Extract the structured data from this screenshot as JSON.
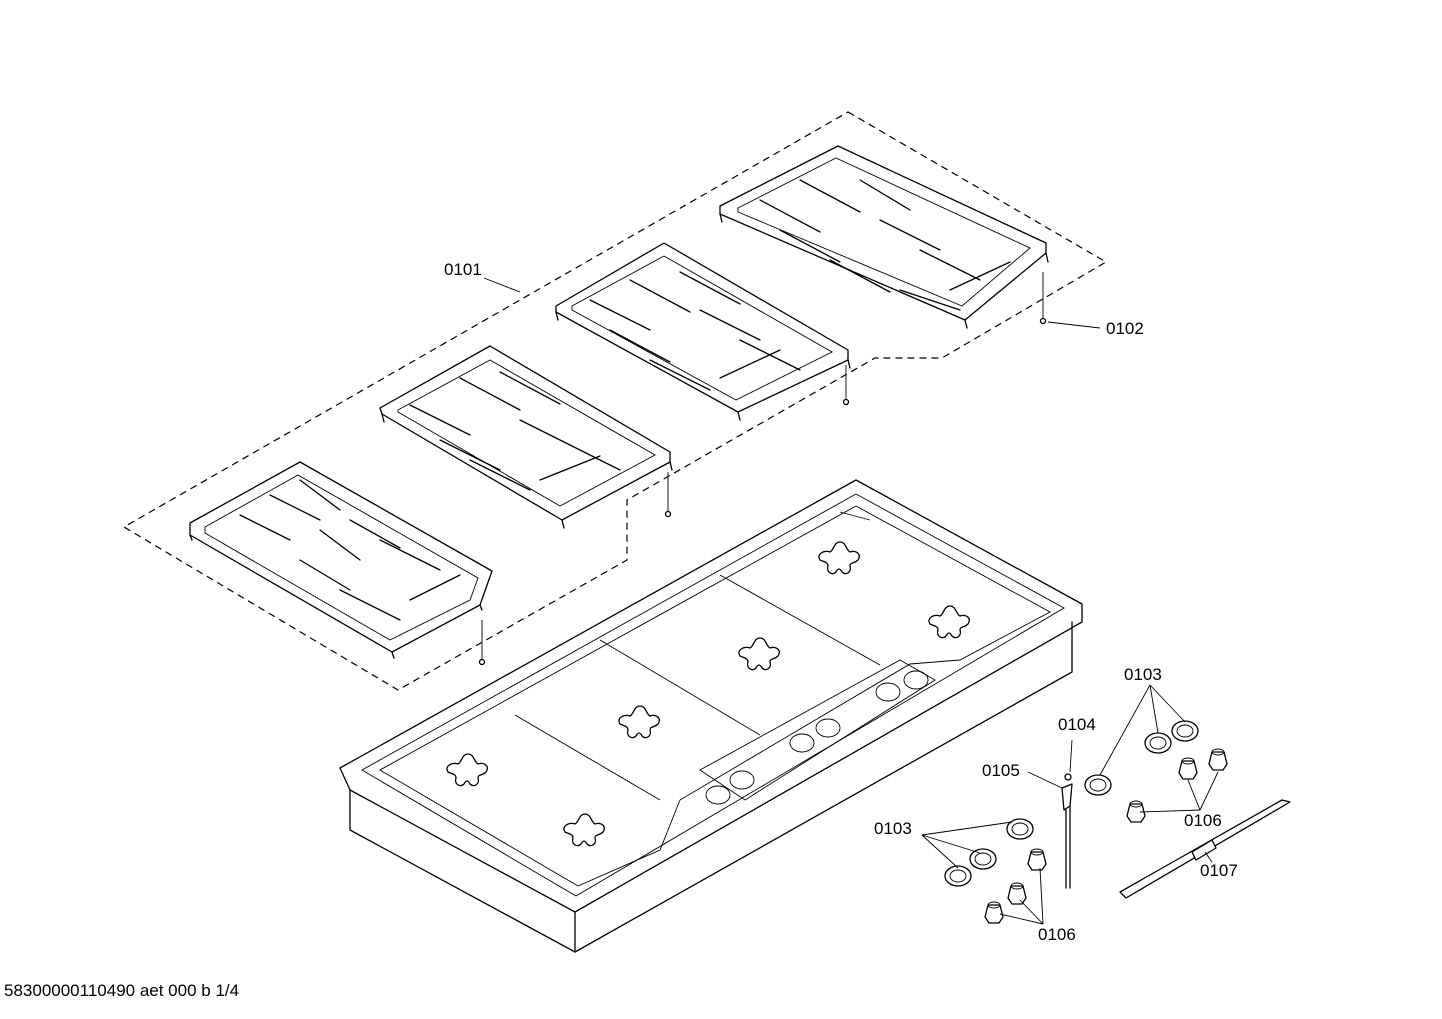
{
  "labels": {
    "p0101": "0101",
    "p0102": "0102",
    "p0103_top": "0103",
    "p0103_bottom": "0103",
    "p0104": "0104",
    "p0105": "0105",
    "p0106_right": "0106",
    "p0106_bottom": "0106",
    "p0107": "0107"
  },
  "footer": "58300000110490 aet 000 b 1/4",
  "colors": {
    "ink": "#000000",
    "paper": "#ffffff"
  }
}
